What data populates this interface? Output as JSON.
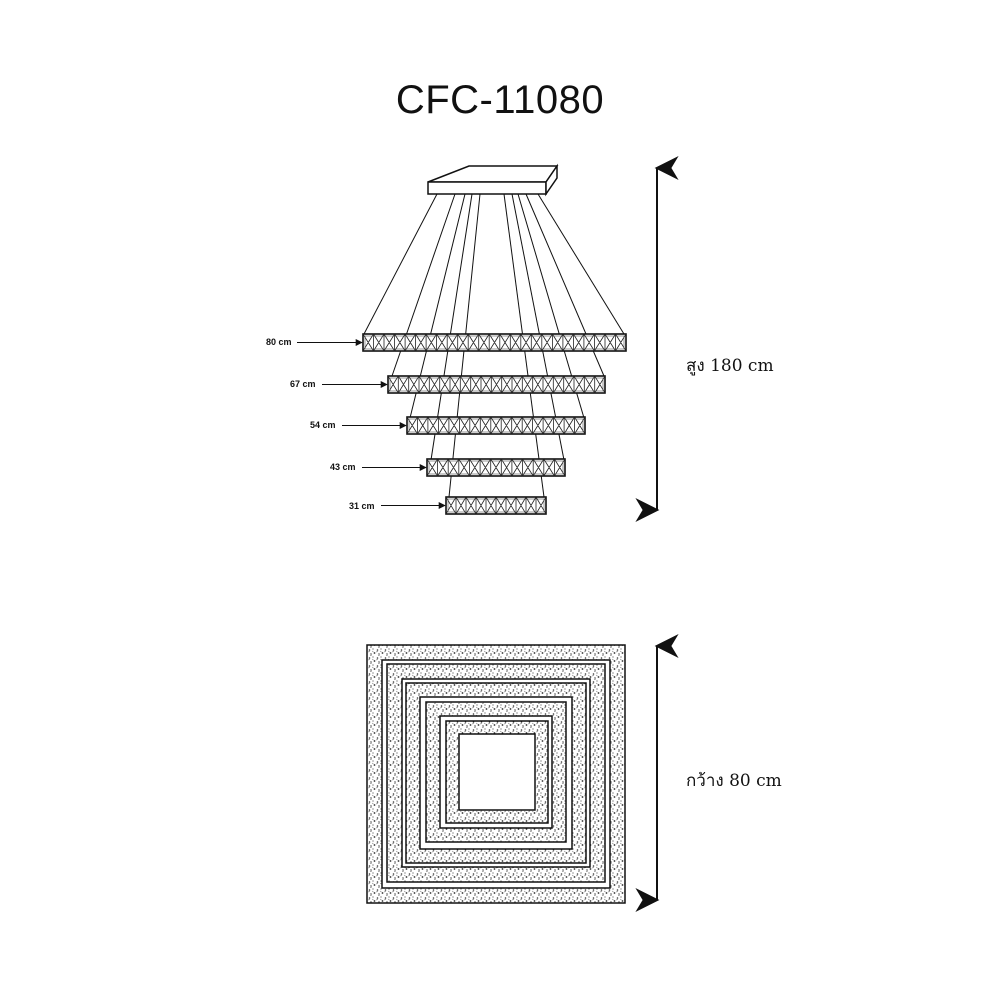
{
  "model": "CFC-11080",
  "rings": [
    {
      "label": "80 cm"
    },
    {
      "label": "67 cm"
    },
    {
      "label": "54 cm"
    },
    {
      "label": "43 cm"
    },
    {
      "label": "31 cm"
    }
  ],
  "height_label": "สูง 180 cm",
  "width_label": "กว้าง 80 cm"
}
